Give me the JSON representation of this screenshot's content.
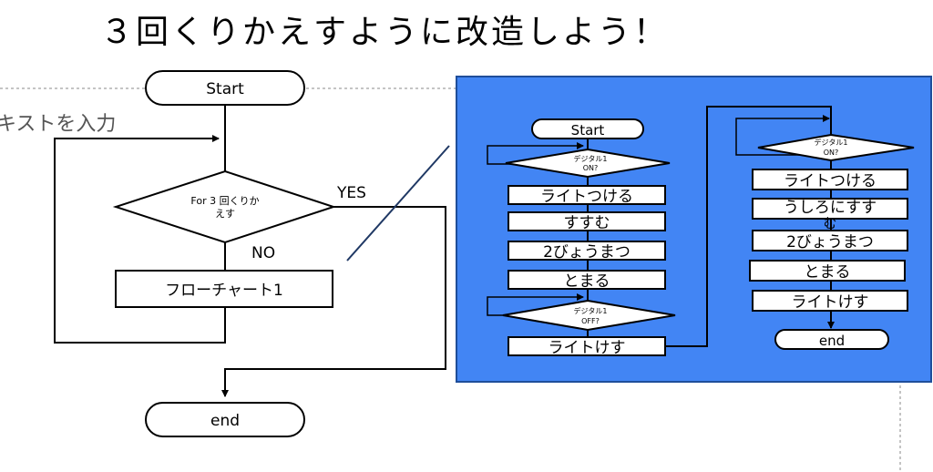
{
  "slide": {
    "title": "３回くりかえすように改造しよう！",
    "placeholder": "キストを入力"
  },
  "left_flowchart": {
    "start": "Start",
    "condition_line1": "For 3 回くりか",
    "condition_line2": "えす",
    "yes": "YES",
    "no": "NO",
    "process": "フローチャート1",
    "end": "end"
  },
  "inset": {
    "background": "#4285f4",
    "col1": {
      "start": "Start",
      "cond1_line1": "デジタル1",
      "cond1_line2": "ON?",
      "steps_a": [
        "ライトつける",
        "すすむ",
        "2びょうまつ",
        "とまる"
      ],
      "cond2_line1": "デジタル1",
      "cond2_line2": "OFF?",
      "step_b": "ライトけす"
    },
    "col2": {
      "cond_line1": "デジタル1",
      "cond_line2": "ON?",
      "steps": [
        "ライトつける",
        "うしろにすす",
        "む",
        "2びょうまつ",
        "とまる",
        "ライトけす"
      ],
      "end": "end"
    }
  }
}
